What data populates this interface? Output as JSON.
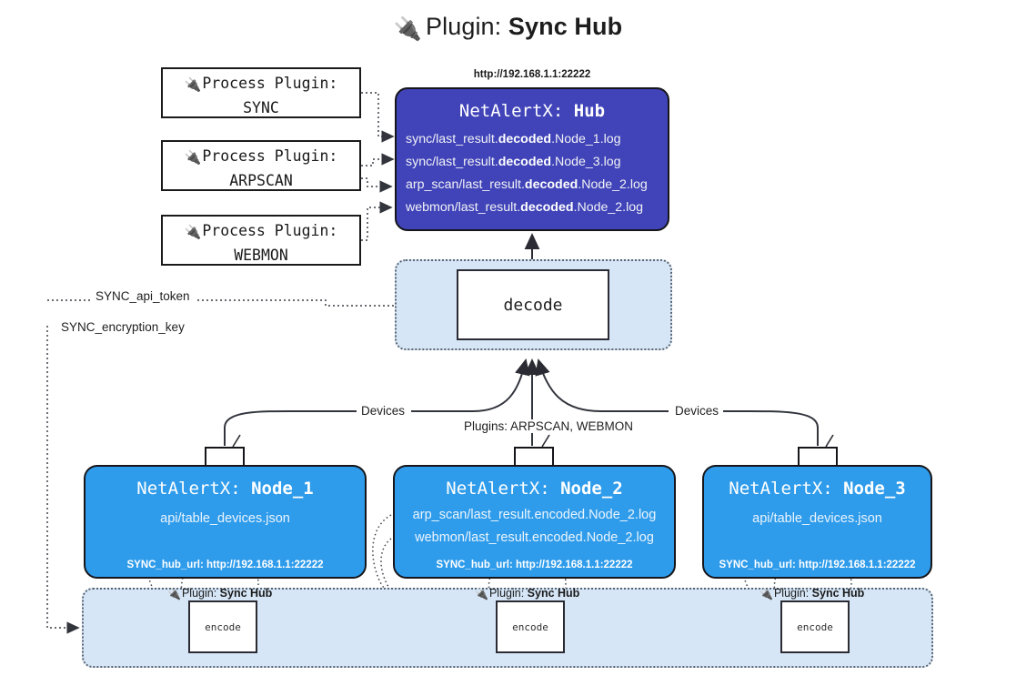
{
  "title": {
    "icon": "electric-plug-icon",
    "glyph": "🔌",
    "prefix": "Plugin: ",
    "name": "Sync Hub"
  },
  "colors": {
    "hub_fill": "#4044b8",
    "node_fill": "#2f9ceb",
    "container_fill": "#d6e6f7",
    "stroke": "#15151a",
    "dotted_stroke": "#5b6570",
    "white": "#ffffff"
  },
  "process_plugins": [
    {
      "line1": "Process Plugin:",
      "line2": "SYNC",
      "glyph": "🔌"
    },
    {
      "line1": "Process Plugin:",
      "line2": "ARPSCAN",
      "glyph": "🔌"
    },
    {
      "line1": "Process Plugin:",
      "line2": "WEBMON",
      "glyph": "🔌"
    }
  ],
  "hub": {
    "url": "http://192.168.1.1:22222",
    "title_prefix": "NetAlertX: ",
    "title_name": "Hub",
    "logs": [
      {
        "pre": "sync/last_result.",
        "em": "decoded",
        "post": ".Node_1.log"
      },
      {
        "pre": "sync/last_result.",
        "em": "decoded",
        "post": ".Node_3.log"
      },
      {
        "pre": "arp_scan/last_result.",
        "em": "decoded",
        "post": ".Node_2.log"
      },
      {
        "pre": "webmon/last_result.",
        "em": "decoded",
        "post": ".Node_2.log"
      }
    ]
  },
  "decode": {
    "label": "decode"
  },
  "edge_labels": {
    "api_token": "SYNC_api_token",
    "encryption_key": "SYNC_encryption_key",
    "devices_left": "Devices",
    "devices_right": "Devices",
    "plugins_mid": "Plugins: ARPSCAN, WEBMON"
  },
  "nodes": [
    {
      "title_prefix": "NetAlertX: ",
      "title_name": "Node_1",
      "lines": [
        "api/table_devices.json"
      ],
      "footer": "SYNC_hub_url: http://192.168.1.1:22222",
      "envelope": "envelope-icon"
    },
    {
      "title_prefix": "NetAlertX: ",
      "title_name": "Node_2",
      "lines": [
        "arp_scan/last_result.encoded.Node_2.log",
        "webmon/last_result.encoded.Node_2.log"
      ],
      "footer": "SYNC_hub_url: http://192.168.1.1:22222",
      "envelope": "envelope-icon"
    },
    {
      "title_prefix": "NetAlertX: ",
      "title_name": "Node_3",
      "lines": [
        "api/table_devices.json"
      ],
      "footer": "SYNC_hub_url: http://192.168.1.1:22222",
      "envelope": "envelope-icon"
    }
  ],
  "encoders": [
    {
      "label": "encode",
      "plugin_prefix": "Plugin: ",
      "plugin_name": "Sync Hub",
      "glyph": "🔌"
    },
    {
      "label": "encode",
      "plugin_prefix": "Plugin: ",
      "plugin_name": "Sync Hub",
      "glyph": "🔌"
    },
    {
      "label": "encode",
      "plugin_prefix": "Plugin: ",
      "plugin_name": "Sync Hub",
      "glyph": "🔌"
    }
  ]
}
